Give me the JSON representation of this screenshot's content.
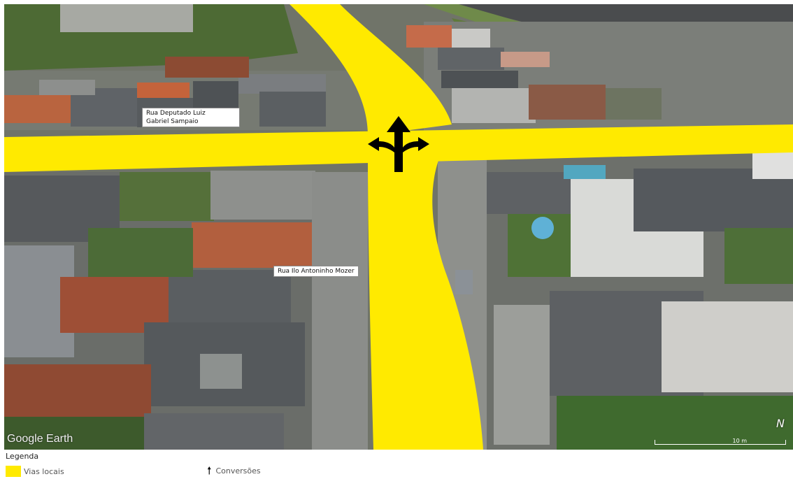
{
  "map": {
    "labels": {
      "street_1": "Rua Deputado Luiz\nGabriel Sampaio",
      "street_2": "Rua Ilo Antoninho Mozer"
    },
    "watermark": "Google Earth",
    "north_symbol": "N",
    "scale_text": "10 m"
  },
  "legend": {
    "title": "Legenda",
    "items": [
      {
        "label": "Vias locais",
        "swatch_color": "#ffea00"
      },
      {
        "label": "Conversões",
        "icon": "up-arrow-icon"
      }
    ]
  },
  "colors": {
    "road_highlight": "#ffea00",
    "arrow": "#000000"
  }
}
